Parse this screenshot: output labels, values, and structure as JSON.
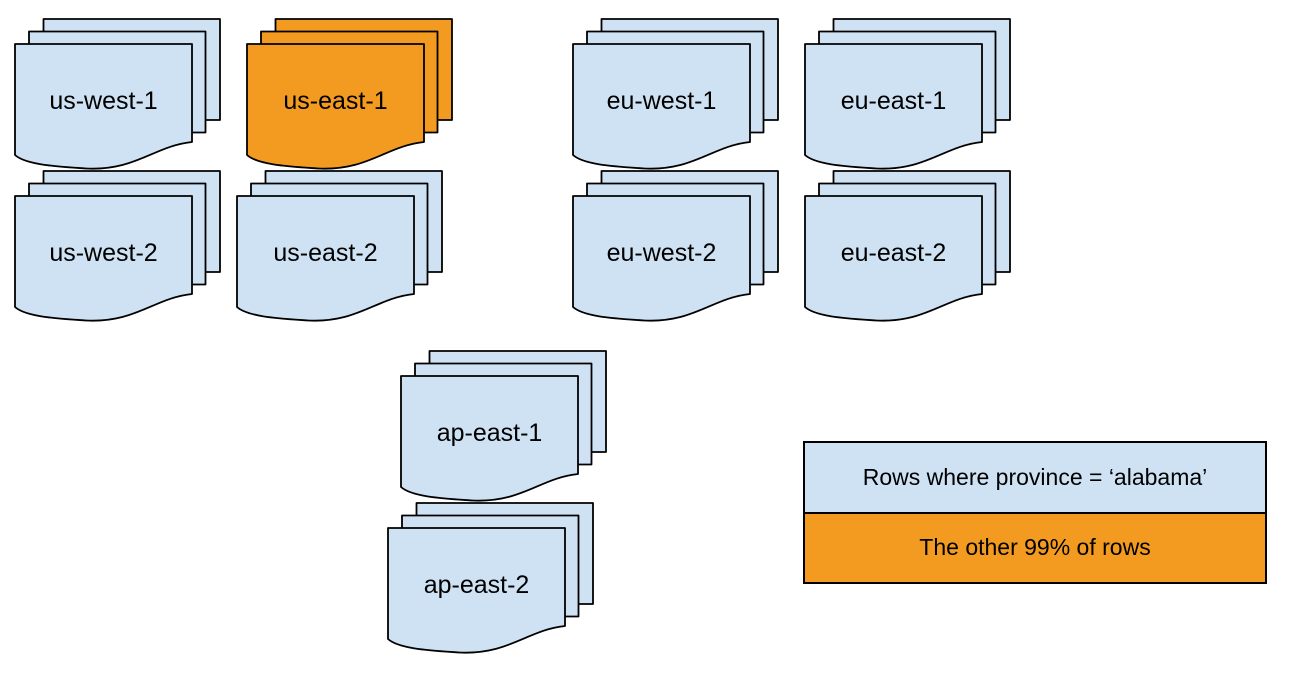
{
  "diagram": {
    "description": "Partitioned data shown as stacks of documents per cloud region",
    "stacks": [
      {
        "id": "us-west-1",
        "label": "us-west-1",
        "variant": "default"
      },
      {
        "id": "us-east-1",
        "label": "us-east-1",
        "variant": "highlight"
      },
      {
        "id": "eu-west-1",
        "label": "eu-west-1",
        "variant": "default"
      },
      {
        "id": "eu-east-1",
        "label": "eu-east-1",
        "variant": "default"
      },
      {
        "id": "us-west-2",
        "label": "us-west-2",
        "variant": "default"
      },
      {
        "id": "us-east-2",
        "label": "us-east-2",
        "variant": "default"
      },
      {
        "id": "eu-west-2",
        "label": "eu-west-2",
        "variant": "default"
      },
      {
        "id": "eu-east-2",
        "label": "eu-east-2",
        "variant": "default"
      },
      {
        "id": "ap-east-1",
        "label": "ap-east-1",
        "variant": "default"
      },
      {
        "id": "ap-east-2",
        "label": "ap-east-2",
        "variant": "default"
      }
    ],
    "legend": {
      "items": [
        {
          "label": "Rows where province = ‘alabama’",
          "color": "#cfe2f3",
          "variant": "default"
        },
        {
          "label": "The other 99% of rows",
          "color": "#f29b20",
          "variant": "highlight"
        }
      ]
    },
    "colors": {
      "sheet_default": "#cfe2f3",
      "sheet_highlight": "#f29b20",
      "stroke": "#000000"
    }
  }
}
